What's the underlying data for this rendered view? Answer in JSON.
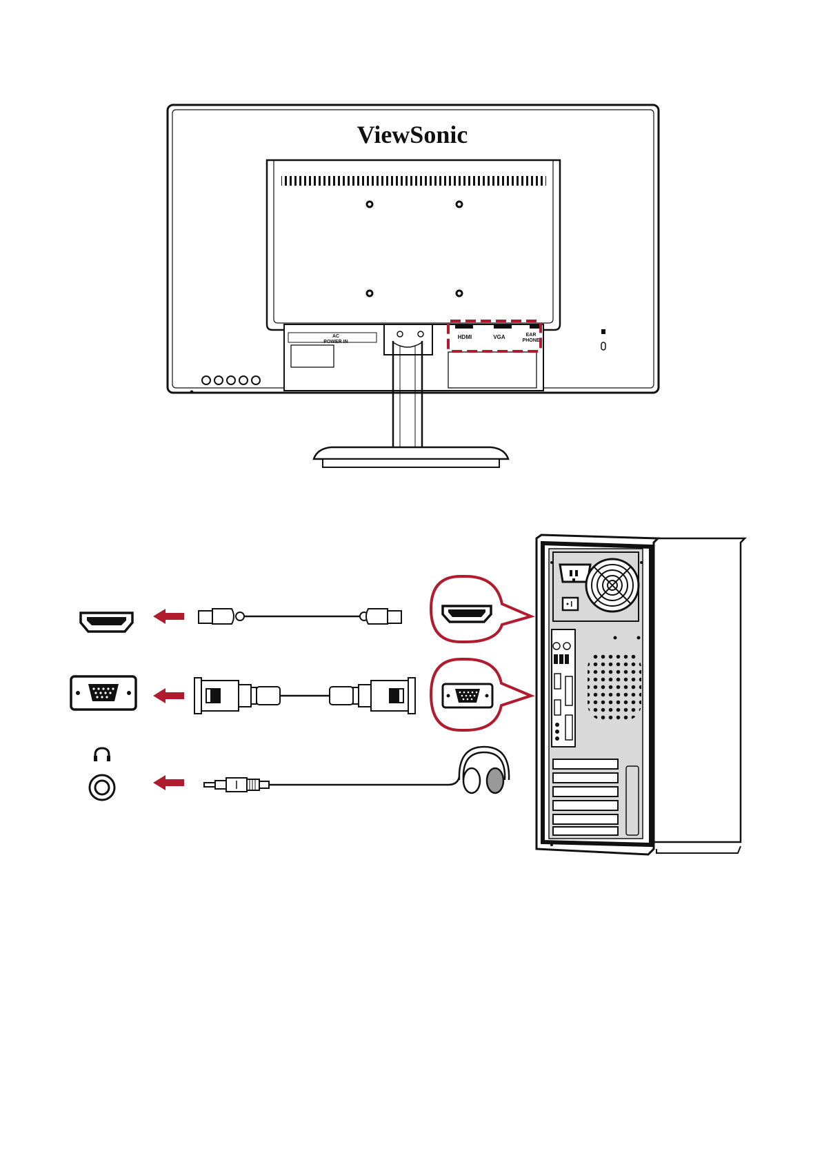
{
  "monitor": {
    "brand": "ViewSonic",
    "power_label_line1": "AC",
    "power_label_line2": "POWER IN",
    "ports": {
      "hdmi": "HDMI",
      "vga": "VGA",
      "earphone_line1": "EAR",
      "earphone_line2": "PHONE"
    }
  },
  "connections": [
    {
      "id": "hdmi",
      "icon": "hdmi-port-icon",
      "cable": "hdmi-cable-icon"
    },
    {
      "id": "vga",
      "icon": "vga-port-icon",
      "cable": "vga-cable-icon"
    },
    {
      "id": "audio",
      "icon": "headphone-jack-icon",
      "cable": "audio-cable-icon"
    }
  ],
  "colors": {
    "accent": "#b01c2e",
    "line": "#111111",
    "panel": "#d9d9d9"
  }
}
